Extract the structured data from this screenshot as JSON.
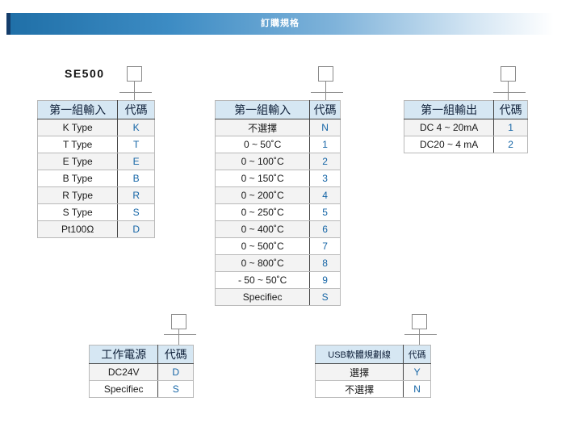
{
  "banner": {
    "title": "訂購規格"
  },
  "model": "SE500",
  "tables": {
    "input1": {
      "header": [
        "第一組輸入",
        "代碼"
      ],
      "rows": [
        [
          "K Type",
          "K"
        ],
        [
          "T Type",
          "T"
        ],
        [
          "E Type",
          "E"
        ],
        [
          "B Type",
          "B"
        ],
        [
          "R Type",
          "R"
        ],
        [
          "S Type",
          "S"
        ],
        [
          "Pt100Ω",
          "D"
        ]
      ]
    },
    "range": {
      "header": [
        "第一組輸入",
        "代碼"
      ],
      "rows": [
        [
          "不選擇",
          "N"
        ],
        [
          "0 ~  50˚C",
          "1"
        ],
        [
          "0 ~ 100˚C",
          "2"
        ],
        [
          "0 ~ 150˚C",
          "3"
        ],
        [
          "0 ~ 200˚C",
          "4"
        ],
        [
          "0 ~ 250˚C",
          "5"
        ],
        [
          "0 ~ 400˚C",
          "6"
        ],
        [
          "0 ~ 500˚C",
          "7"
        ],
        [
          "0 ~ 800˚C",
          "8"
        ],
        [
          "- 50 ~ 50˚C",
          "9"
        ],
        [
          "Specifiec",
          "S"
        ]
      ]
    },
    "output": {
      "header": [
        "第一組輸出",
        "代碼"
      ],
      "rows": [
        [
          "DC 4 ~ 20mA",
          "1"
        ],
        [
          "DC20 ~ 4 mA",
          "2"
        ]
      ]
    },
    "power": {
      "header": [
        "工作電源",
        "代碼"
      ],
      "rows": [
        [
          "DC24V",
          "D"
        ],
        [
          "Specifiec",
          "S"
        ]
      ]
    },
    "usb": {
      "header": [
        "USB軟體規劃線",
        "代碼"
      ],
      "rows": [
        [
          "選擇",
          "Y"
        ],
        [
          "不選擇",
          "N"
        ]
      ]
    }
  }
}
